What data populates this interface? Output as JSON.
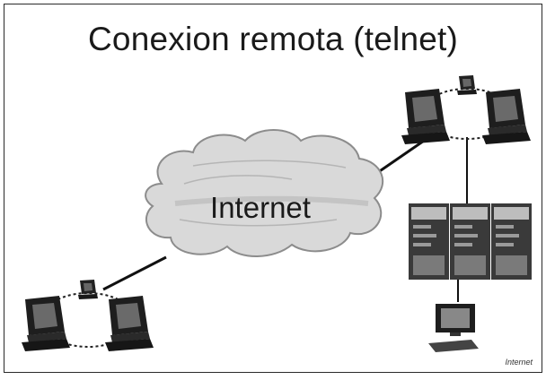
{
  "title": "Conexion remota (telnet)",
  "cloud_label": "Internet",
  "caption": "Internet",
  "icons": [
    "workstation-icon",
    "server-rack-icon",
    "terminal-icon",
    "network-cloud-icon"
  ]
}
